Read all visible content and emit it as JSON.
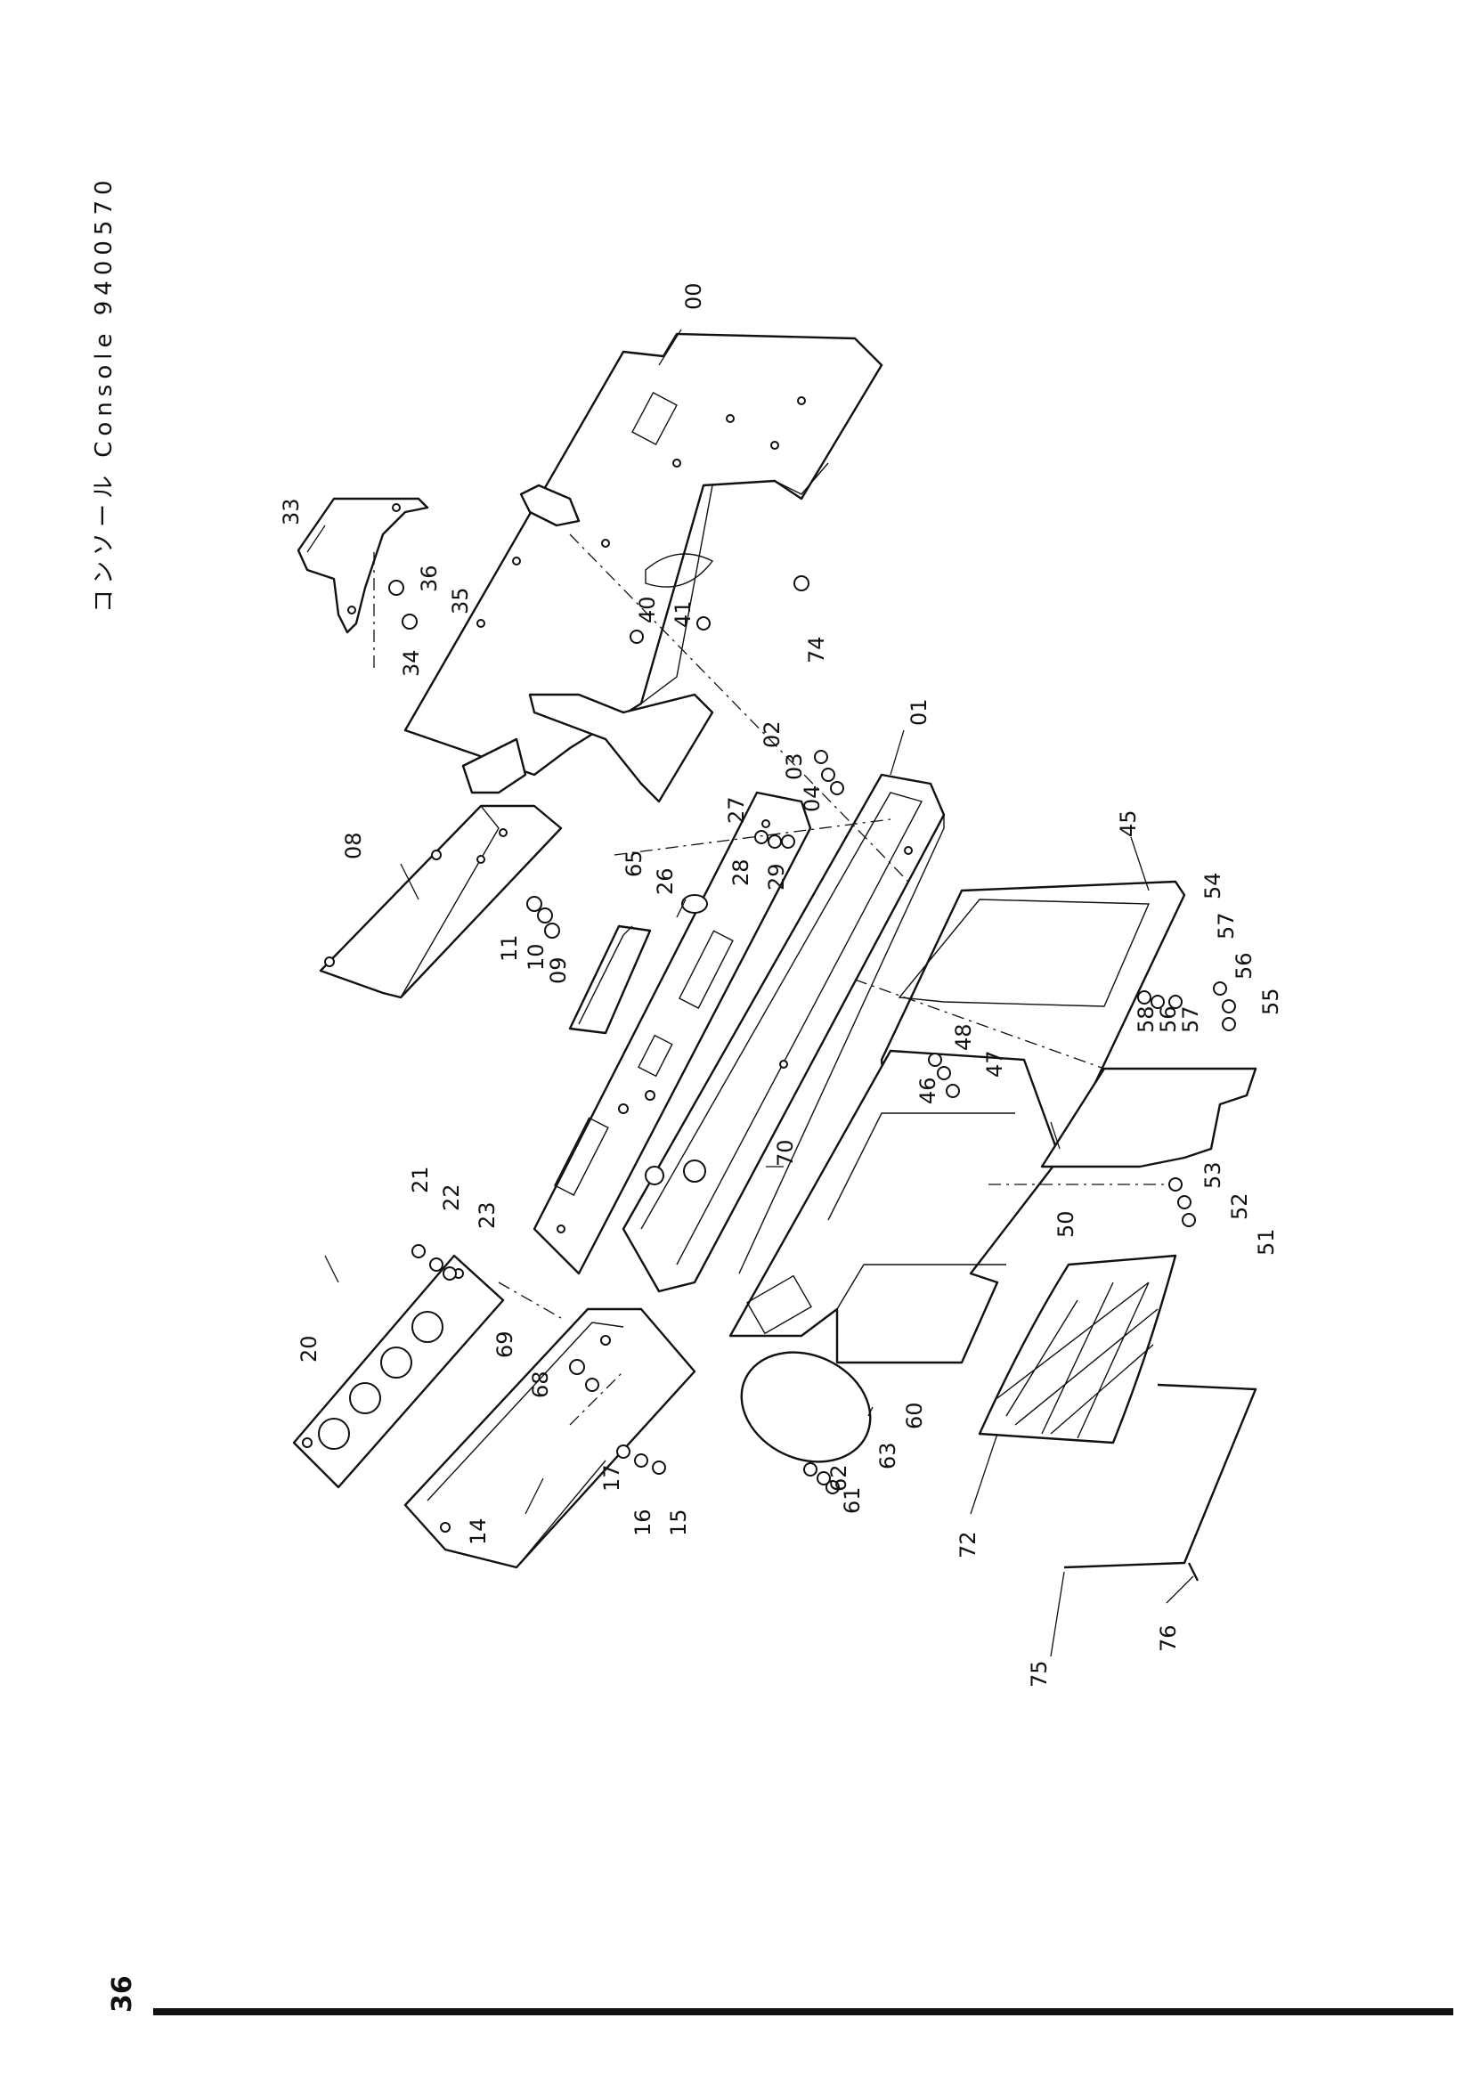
{
  "header": {
    "title": "コンソール Console 9400570"
  },
  "footer": {
    "page_number": "36"
  },
  "diagram": {
    "callouts": [
      "00",
      "01",
      "02",
      "03",
      "04",
      "08",
      "09",
      "10",
      "11",
      "14",
      "15",
      "16",
      "17",
      "20",
      "21",
      "22",
      "23",
      "26",
      "27",
      "28",
      "29",
      "33",
      "34",
      "35",
      "36",
      "40",
      "41",
      "45",
      "46",
      "47",
      "48",
      "50",
      "51",
      "52",
      "53",
      "54",
      "55",
      "56",
      "56",
      "57",
      "57",
      "58",
      "60",
      "61",
      "62",
      "63",
      "65",
      "68",
      "69",
      "70",
      "72",
      "74",
      "75",
      "76"
    ]
  }
}
